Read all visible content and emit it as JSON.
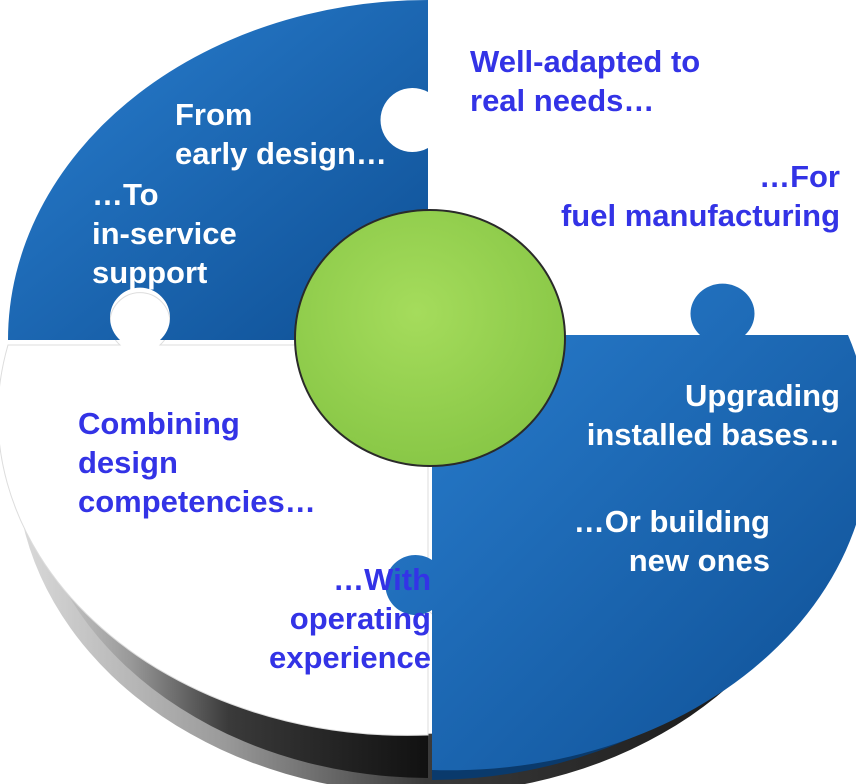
{
  "colors": {
    "blue_piece": "#1565b0",
    "blue_dark": "#0d4a88",
    "blue_text": "#3333e6",
    "white_text": "#ffffff",
    "center": "#92d050",
    "grey_side": "#8a8a8a"
  },
  "quadrants": {
    "top_left": {
      "heading": [
        "From",
        "early design…"
      ],
      "body": [
        "…To",
        "in-service",
        "support"
      ]
    },
    "top_right": {
      "heading": [
        "Well-adapted to",
        "real needs…"
      ],
      "body": [
        "…For",
        "fuel manufacturing"
      ]
    },
    "bottom_right": {
      "heading": [
        "Upgrading",
        "installed bases…"
      ],
      "body": [
        "…Or building",
        "new ones"
      ]
    },
    "bottom_left": {
      "heading": [
        "Combining",
        "design",
        "competencies…"
      ],
      "body": [
        "…With",
        "operating",
        "experience"
      ]
    }
  }
}
